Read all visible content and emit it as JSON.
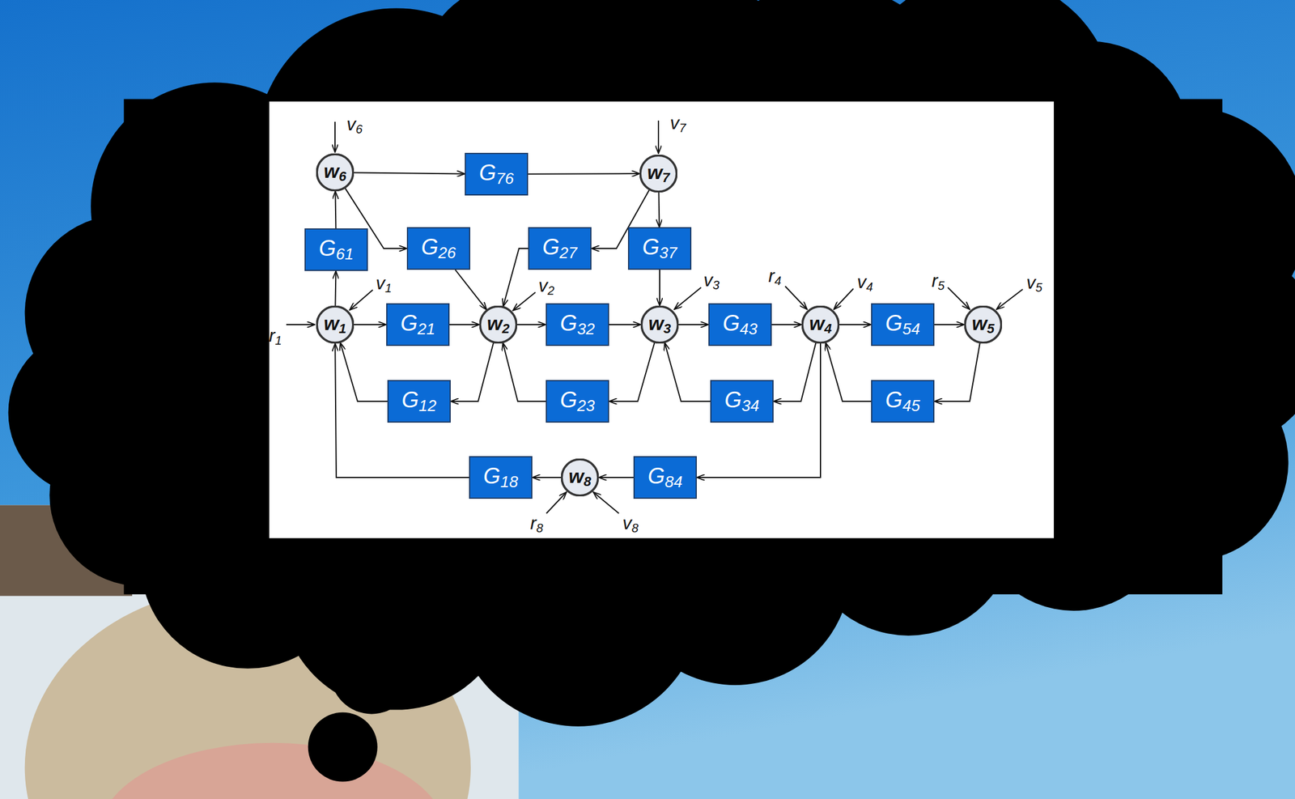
{
  "diagram": {
    "nodes": [
      {
        "text": [
          "w6"
        ]
      },
      {
        "text": [
          "G76"
        ]
      },
      {
        "text": [
          "w7"
        ]
      },
      {
        "text": [
          "G61"
        ]
      },
      {
        "text": [
          "G26"
        ]
      },
      {
        "text": [
          "G27"
        ]
      },
      {
        "text": [
          "G37"
        ]
      },
      {
        "text": [
          "w1"
        ]
      },
      {
        "text": [
          "G21"
        ]
      },
      {
        "text": [
          "w2"
        ]
      },
      {
        "text": [
          "G32"
        ]
      },
      {
        "text": [
          "w3"
        ]
      },
      {
        "text": [
          "G43"
        ]
      },
      {
        "text": [
          "w4"
        ]
      },
      {
        "text": [
          "G54"
        ]
      },
      {
        "text": [
          "w5"
        ]
      },
      {
        "text": [
          "G12"
        ]
      },
      {
        "text": [
          "G23"
        ]
      },
      {
        "text": [
          "G34"
        ]
      },
      {
        "text": [
          "G45"
        ]
      },
      {
        "text": [
          "G18"
        ]
      },
      {
        "text": [
          "w8"
        ]
      },
      {
        "text": [
          "G84"
        ]
      }
    ],
    "edges": [
      {
        "from": 7,
        "to": 8,
        "arrow": "to"
      },
      {
        "from": 8,
        "to": 9,
        "arrow": "to"
      },
      {
        "from": 9,
        "to": 10,
        "arrow": "to"
      },
      {
        "from": 10,
        "to": 11,
        "arrow": "to"
      },
      {
        "from": 11,
        "to": 12,
        "arrow": "to"
      },
      {
        "from": 12,
        "to": 13,
        "arrow": "to"
      },
      {
        "from": 13,
        "to": 14,
        "arrow": "to"
      },
      {
        "from": 14,
        "to": 15,
        "arrow": "to"
      },
      {
        "from": 15,
        "to": 19,
        "arrow": "to"
      },
      {
        "from": 19,
        "to": 13,
        "arrow": "to"
      },
      {
        "from": 13,
        "to": 18,
        "arrow": "to"
      },
      {
        "from": 18,
        "to": 11,
        "arrow": "to"
      },
      {
        "from": 11,
        "to": 17,
        "arrow": "to"
      },
      {
        "from": 17,
        "to": 9,
        "arrow": "to"
      },
      {
        "from": 9,
        "to": 16,
        "arrow": "to"
      },
      {
        "from": 16,
        "to": 7,
        "arrow": "to"
      },
      {
        "from": 7,
        "to": 3,
        "arrow": "to"
      },
      {
        "from": 3,
        "to": 0,
        "arrow": "to"
      },
      {
        "from": 0,
        "to": 1,
        "arrow": "to"
      },
      {
        "from": 1,
        "to": 2,
        "arrow": "to"
      },
      {
        "from": 0,
        "to": 4,
        "arrow": "to"
      },
      {
        "from": 4,
        "to": 9,
        "arrow": "to"
      },
      {
        "from": 2,
        "to": 5,
        "arrow": "to"
      },
      {
        "from": 5,
        "to": 9,
        "arrow": "to"
      },
      {
        "from": 2,
        "to": 6,
        "arrow": "to"
      },
      {
        "from": 6,
        "to": 11,
        "arrow": "to"
      },
      {
        "from": 13,
        "to": 22,
        "arrow": "to"
      },
      {
        "from": 22,
        "to": 21,
        "arrow": "to"
      },
      {
        "from": 21,
        "to": 20,
        "arrow": "to"
      },
      {
        "from": 20,
        "to": 7,
        "arrow": "to"
      }
    ],
    "labels": [
      "v6",
      "v7",
      "v1",
      "v2",
      "v3",
      "r4",
      "v4",
      "r5",
      "v5",
      "r1",
      "r8",
      "v8"
    ]
  }
}
